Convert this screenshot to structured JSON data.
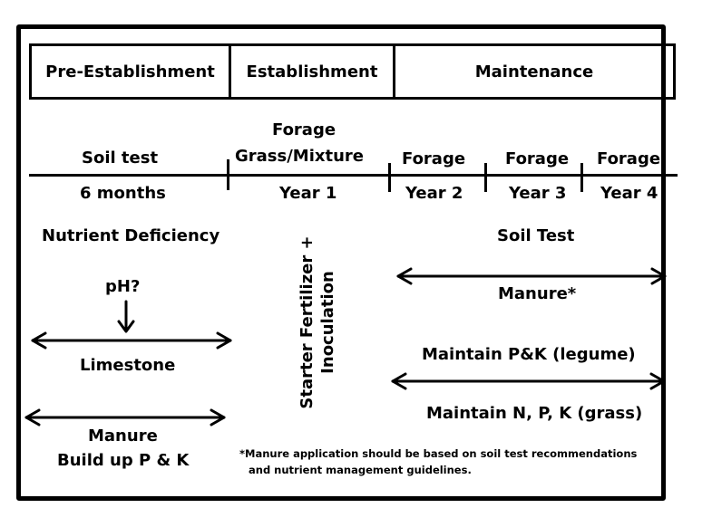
{
  "phases": [
    {
      "label": "Pre-Establishment"
    },
    {
      "label": "Establishment"
    },
    {
      "label": "Maintenance"
    }
  ],
  "timeline": {
    "above": [
      "Soil test",
      "Forage\nGrass/Mixture",
      "Forage",
      "Forage",
      "Forage"
    ],
    "above_line1": "Forage",
    "above_line2": "Grass/Mixture",
    "below": [
      "6 months",
      "Year 1",
      "Year 2",
      "Year 3",
      "Year 4"
    ]
  },
  "pre_establishment": {
    "nutrient_deficiency": "Nutrient Deficiency",
    "ph_question": "pH?",
    "limestone": "Limestone",
    "manure": "Manure",
    "build_up": "Build up P & K"
  },
  "establishment": {
    "line1": "Starter Fertilizer +",
    "line2": "Inoculation"
  },
  "maintenance": {
    "soil_test": "Soil Test",
    "manure": "Manure*",
    "maintain_legume": "Maintain P&K (legume)",
    "maintain_grass": "Maintain N, P, K (grass)"
  },
  "footnote": {
    "line1": "*Manure application should be based on soil test recommendations",
    "line2": "and nutrient management guidelines."
  }
}
